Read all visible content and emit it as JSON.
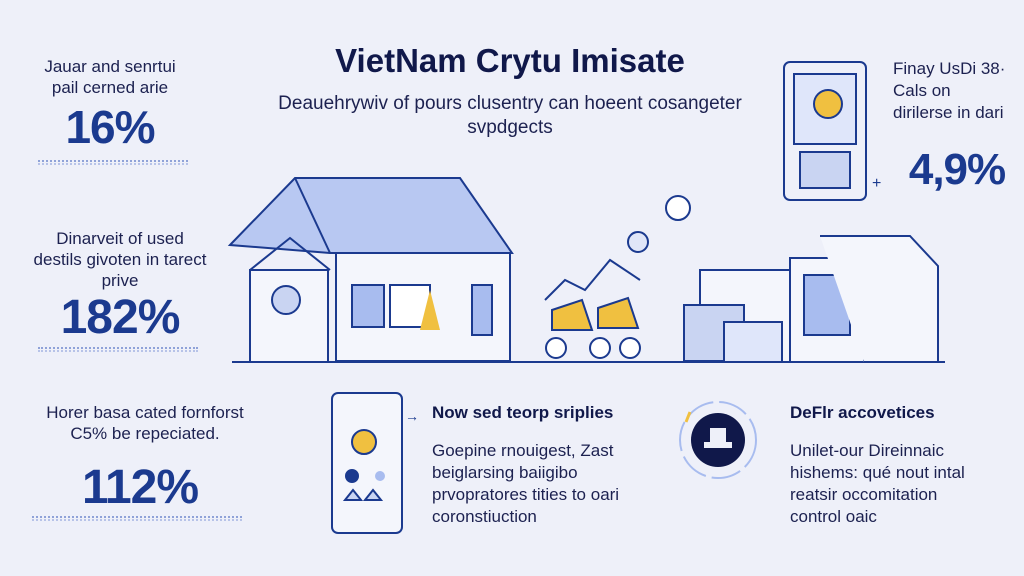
{
  "header": {
    "title": "VietNam Crytu Imisate",
    "subtitle": "Deauehrywiv of pours clusentry can hoeent cosangeter svpdgects"
  },
  "stats": [
    {
      "label": "Jauar and senrtui pail cerned arie",
      "value": "16%"
    },
    {
      "label": "Dinarveit of used destils givoten in tarect prive",
      "value": "182%"
    },
    {
      "label": "Horer basa cated fornforst C5% be repeciated.",
      "value": "112%"
    },
    {
      "label": "Finay UsDi 38· Cals on dirilerse in dari",
      "value": "4,9%"
    }
  ],
  "features": [
    {
      "title": "Now sed teorp sriplies",
      "body": "Goepine rnouigest, Zast beiglarsing baiigibo prvopratores tities to oari coronstiuction"
    },
    {
      "title": "DeFlr accovetices",
      "body": "Unilet-our Direinnaic hishems: qué nout intal reatsir occomitation control oaic"
    }
  ],
  "colors": {
    "accent": "#1b3a8f",
    "navy": "#10184a",
    "gold": "#f0c040",
    "bg": "#eef0f9"
  }
}
